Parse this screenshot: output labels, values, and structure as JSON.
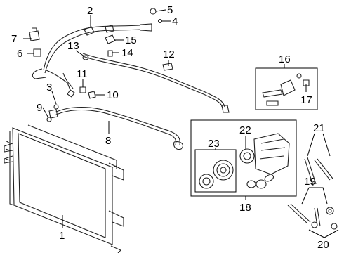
{
  "callouts": {
    "c1": "1",
    "c2": "2",
    "c3": "3",
    "c4": "4",
    "c5": "5",
    "c6": "6",
    "c7": "7",
    "c8": "8",
    "c9": "9",
    "c10": "10",
    "c11": "11",
    "c12": "12",
    "c13": "13",
    "c14": "14",
    "c15": "15",
    "c16": "16",
    "c17": "17",
    "c18": "18",
    "c19": "19",
    "c20": "20",
    "c21": "21",
    "c22": "22",
    "c23": "23"
  },
  "colors": {
    "line": "#222222",
    "background": "#ffffff"
  }
}
